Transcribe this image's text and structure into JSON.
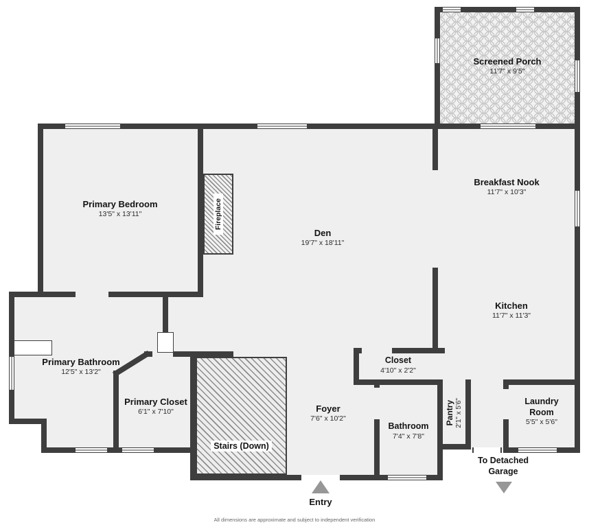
{
  "page": {
    "footer": "All dimensions are approximate and subject to independent verification"
  },
  "rooms": {
    "screened_porch": {
      "name": "Screened Porch",
      "dims": "11'7\" x 9'5\""
    },
    "breakfast_nook": {
      "name": "Breakfast Nook",
      "dims": "11'7\" x 10'3\""
    },
    "primary_bedroom": {
      "name": "Primary Bedroom",
      "dims": "13'5\" x 13'11\""
    },
    "den": {
      "name": "Den",
      "dims": "19'7\" x 18'11\""
    },
    "kitchen": {
      "name": "Kitchen",
      "dims": "11'7\" x 11'3\""
    },
    "fireplace": {
      "name": "Fireplace"
    },
    "primary_bathroom": {
      "name": "Primary Bathroom",
      "dims": "12'5\" x 13'2\""
    },
    "primary_closet": {
      "name": "Primary Closet",
      "dims": "6'1\" x 7'10\""
    },
    "stairs": {
      "name": "Stairs (Down)"
    },
    "foyer": {
      "name": "Foyer",
      "dims": "7'6\" x 10'2\""
    },
    "closet": {
      "name": "Closet",
      "dims": "4'10\" x 2'2\""
    },
    "bathroom": {
      "name": "Bathroom",
      "dims": "7'4\" x 7'8\""
    },
    "pantry": {
      "name": "Pantry",
      "dims": "2'1\" x 5'6\""
    },
    "laundry": {
      "name": "Laundry Room",
      "dims": "5'5\" x 5'6\""
    },
    "garage_note": "To Detached Garage",
    "entry": "Entry"
  },
  "colors": {
    "wall": "#3e3e3e",
    "floor": "#efefef",
    "arrow": "#979797"
  }
}
